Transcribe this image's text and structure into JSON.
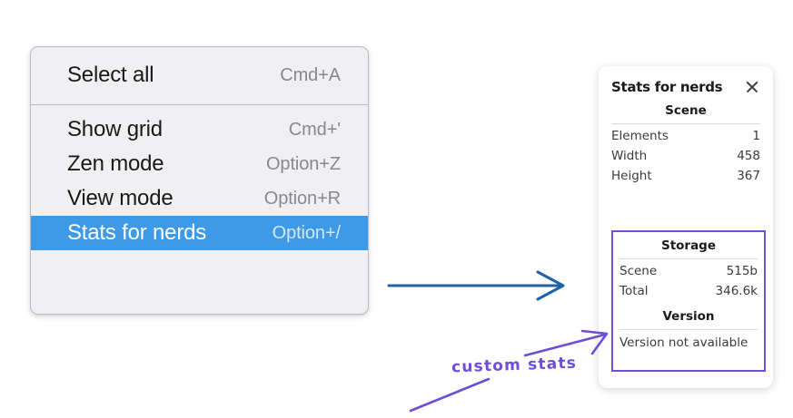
{
  "context_menu": {
    "name": "canvas-context-menu",
    "groups": [
      {
        "items": [
          {
            "label": "Select all",
            "shortcut": "Cmd+A",
            "selected": false
          }
        ]
      },
      {
        "items": [
          {
            "label": "Show grid",
            "shortcut": "Cmd+'",
            "selected": false
          },
          {
            "label": "Zen mode",
            "shortcut": "Option+Z",
            "selected": false
          },
          {
            "label": "View mode",
            "shortcut": "Option+R",
            "selected": false
          },
          {
            "label": "Stats for nerds",
            "shortcut": "Option+/",
            "selected": true
          }
        ]
      }
    ],
    "highlight_color": "#3d9ae8"
  },
  "stats_panel": {
    "title": "Stats for nerds",
    "close_icon": "close-icon",
    "sections": [
      {
        "id": "scene",
        "title": "Scene",
        "rows": [
          {
            "label": "Elements",
            "value": "1"
          },
          {
            "label": "Width",
            "value": "458"
          },
          {
            "label": "Height",
            "value": "367"
          }
        ]
      },
      {
        "id": "storage",
        "title": "Storage",
        "rows": [
          {
            "label": "Scene",
            "value": "515b"
          },
          {
            "label": "Total",
            "value": "346.6k"
          }
        ]
      },
      {
        "id": "version",
        "title": "Version",
        "note": "Version not available"
      }
    ],
    "highlight_border_color": "#6c4fd6"
  },
  "annotations": {
    "label": "custom stats",
    "label_color": "#6c4fd6",
    "blue_arrow_color": "#1f62a8",
    "purple_arrow_color": "#6c4fd6"
  }
}
